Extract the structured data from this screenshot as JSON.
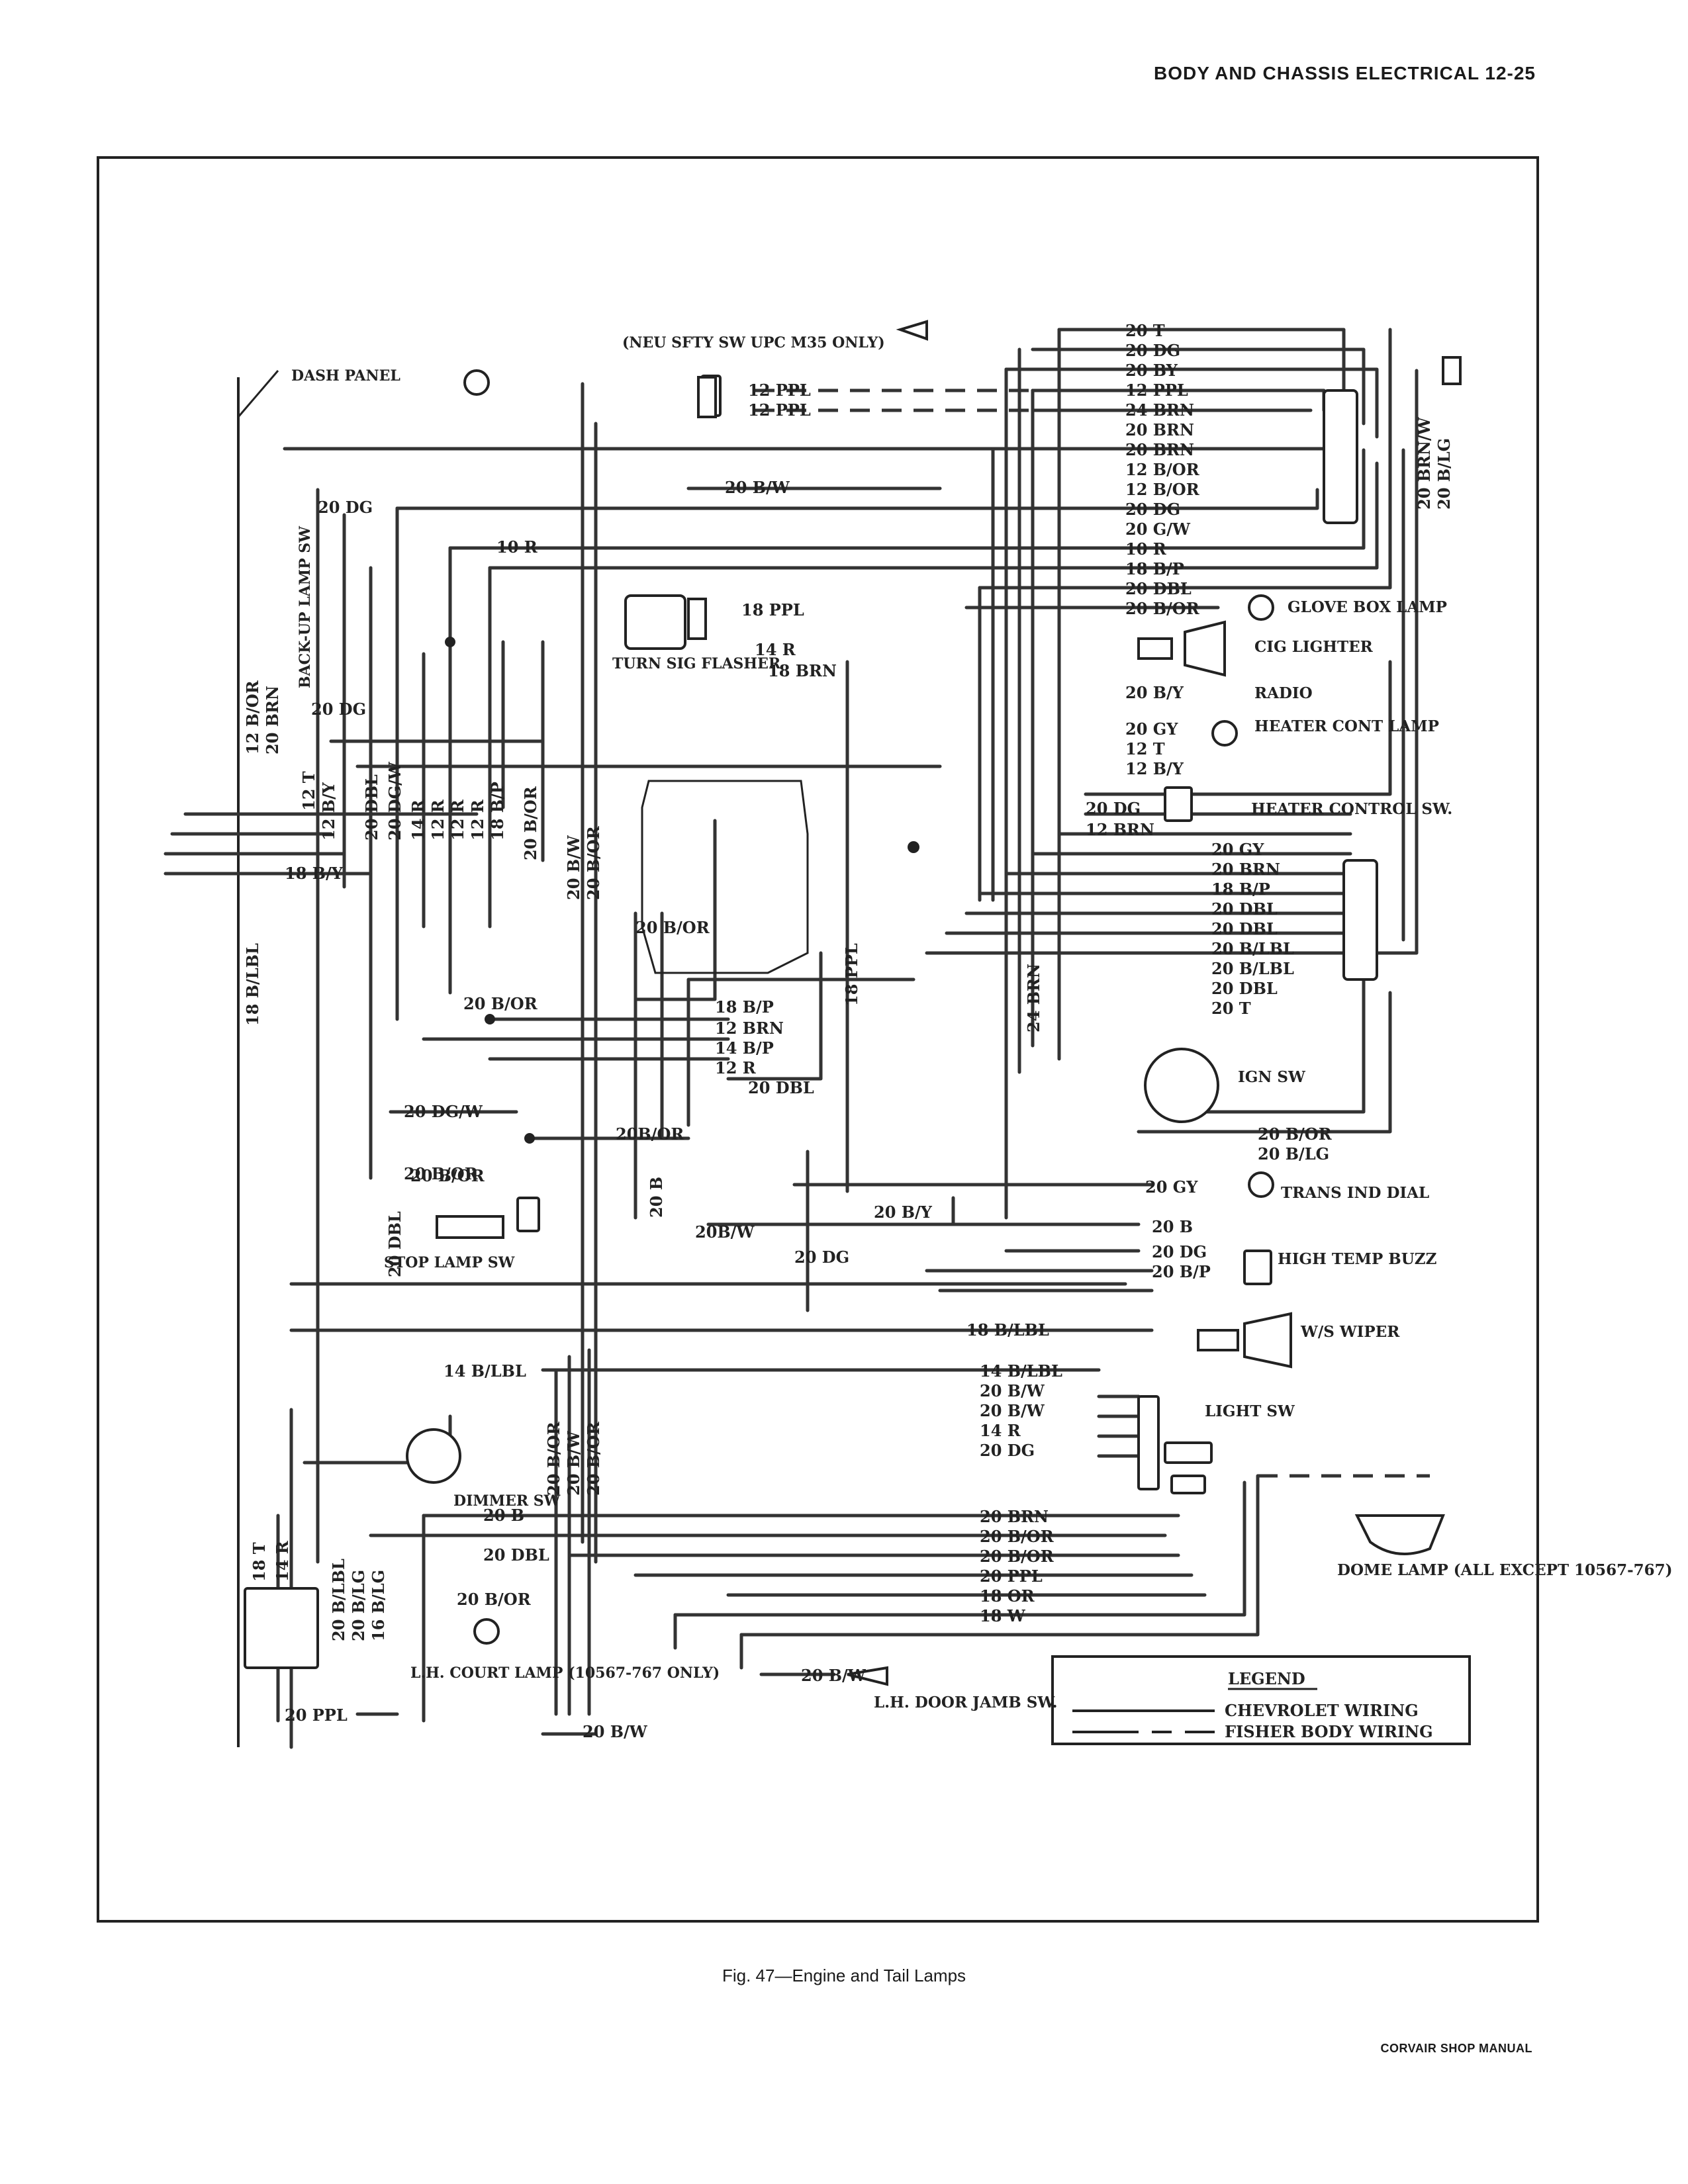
{
  "header": {
    "page_title": "BODY AND CHASSIS ELECTRICAL 12-25"
  },
  "caption": "Fig. 47—Engine and Tail Lamps",
  "footer": "CORVAIR SHOP MANUAL",
  "components": {
    "dash_panel": "DASH PANEL",
    "neu_safety": "(NEU SFTY SW UPC M35 ONLY)",
    "backup_lamp_sw": "BACK-UP LAMP SW",
    "turn_sig_flasher": "TURN SIG FLASHER",
    "glove_box_lamp": "GLOVE BOX LAMP",
    "cig_lighter": "CIG LIGHTER",
    "radio": "RADIO",
    "heater_cont_lamp": "HEATER CONT LAMP",
    "heater_control_sw": "HEATER CONTROL SW.",
    "ign_sw": "IGN SW",
    "trans_ind_dial": "TRANS IND DIAL",
    "high_temp_buzz": "HIGH TEMP BUZZ",
    "ws_wiper": "W/S WIPER",
    "light_sw": "LIGHT SW",
    "stop_lamp_sw": "STOP LAMP SW",
    "dimmer_sw": "DIMMER SW",
    "dome_lamp": "DOME LAMP (ALL EXCEPT 10567-767)",
    "lh_court_lamp": "L.H. COURT LAMP (10567-767 ONLY)",
    "lh_door_jamb_sw": "L.H. DOOR JAMB SW."
  },
  "legend": {
    "title": "LEGEND",
    "items": [
      {
        "label": "CHEVROLET WIRING",
        "style": "solid"
      },
      {
        "label": "FISHER BODY WIRING",
        "style": "dashed"
      }
    ]
  },
  "wire_labels": {
    "top_right_stack": [
      "20 T",
      "20 DG",
      "20 BY",
      "12 PPL",
      "24 BRN",
      "20 BRN",
      "20 BRN",
      "12 B/OR",
      "12 B/OR",
      "20 DG",
      "20 G/W",
      "10 R",
      "18 B/P",
      "20 DBL",
      "20 B/OR"
    ],
    "neu_wires": [
      "12 PPL",
      "12 PPL"
    ],
    "right_vertical": [
      "20 BRN/W",
      "20 B/LG"
    ],
    "accessory": [
      "18 PPL",
      "14 R",
      "18 BRN",
      "20 B/Y",
      "20 GY",
      "12 T",
      "12 B/Y",
      "20 DG",
      "12 BRN"
    ],
    "mid_right_stack": [
      "20 GY",
      "20 BRN",
      "18 B/P",
      "20 DBL",
      "20 DBL",
      "20 B/LBL",
      "20 B/LBL",
      "20 DBL",
      "20 T"
    ],
    "center_stack": [
      "18 B/P",
      "12 BRN",
      "14 B/P",
      "12 R",
      "20 DBL"
    ],
    "ign_out": [
      "20 B/OR",
      "20 B/LG"
    ],
    "lower_right": [
      "20 GY",
      "20 B",
      "20 DG",
      "20 B/P",
      "18 B/LBL"
    ],
    "light_sw_stack": [
      "14 B/LBL",
      "20 B/W",
      "20 B/W",
      "14 R",
      "20 DG"
    ],
    "bottom_stack": [
      "20 BRN",
      "20 B/OR",
      "20 B/OR",
      "20 PPL",
      "18 OR",
      "18 W"
    ],
    "left_horizontal": [
      "20 DG",
      "10 R",
      "20 B/W",
      "20 DG",
      "18 B/Y",
      "20 DG/W",
      "20 B/OR",
      "20B/OR",
      "20B/W",
      "20 DG",
      "20 B/Y",
      "14 B/LBL",
      "20 B",
      "20 DBL",
      "20 PPL",
      "20 B/OR",
      "20 B/W",
      "20 B/W",
      "20 B/OR",
      "20 B/OR"
    ],
    "left_vertical": [
      "12 B/OR",
      "20 BRN",
      "12 T",
      "12 B/Y",
      "18 B/LBL",
      "20 DBL",
      "20 DG/W",
      "14 R",
      "12 R",
      "12 R",
      "12 R",
      "18 B/P",
      "20 B/OR",
      "20 B/W",
      "20 B/OR",
      "20 DBL",
      "18 PPL",
      "24 BRN",
      "20 B",
      "18 T",
      "14 R",
      "20 B/LBL",
      "20 B/LG",
      "16 B/LG",
      "20 B/OR",
      "20 B/W",
      "20 B/OR"
    ],
    "misc": [
      "20 B/OR"
    ]
  }
}
